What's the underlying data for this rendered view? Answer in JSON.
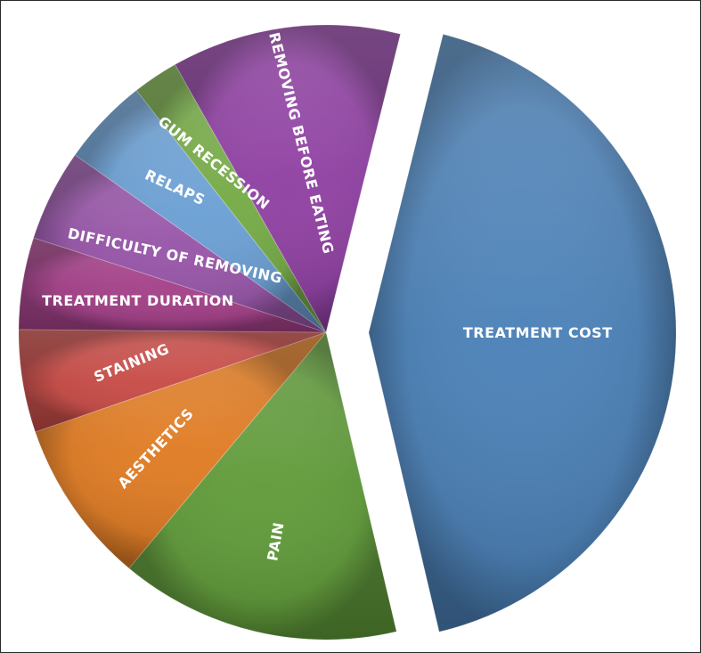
{
  "chart_data": {
    "type": "pie",
    "title": "",
    "slices": [
      {
        "label": "TREATMENT COST",
        "value": 44.0,
        "color": "#4a80b7",
        "exploded": true
      },
      {
        "label": "PAIN",
        "value": 15.3,
        "color": "#5f9a38"
      },
      {
        "label": "AESTHETICS",
        "value": 9.0,
        "color": "#e07b22"
      },
      {
        "label": "STAINING",
        "value": 5.6,
        "color": "#c84a45"
      },
      {
        "label": "TREATMENT DURATION",
        "value": 5.0,
        "color": "#a43f88"
      },
      {
        "label": "DIFFICULTY OF REMOVING",
        "value": 5.0,
        "color": "#9754a8"
      },
      {
        "label": "RELAPS",
        "value": 4.8,
        "color": "#6a9fd4"
      },
      {
        "label": "GUM RECESSION",
        "value": 2.5,
        "color": "#74aa45"
      },
      {
        "label": "REMOVING BEFORE EATING",
        "value": 12.5,
        "color": "#8f3fa2"
      }
    ],
    "legend": "none",
    "labels_on_slices": true
  }
}
